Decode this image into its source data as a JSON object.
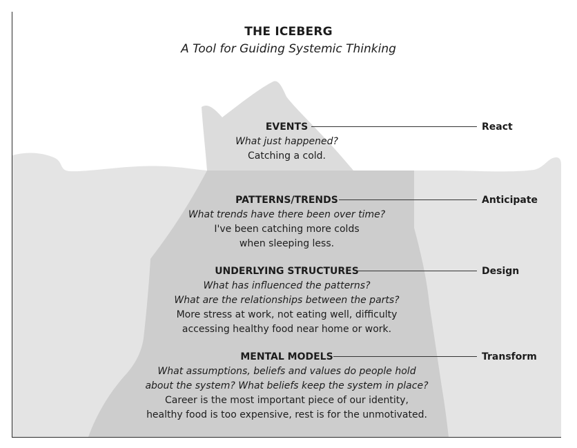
{
  "title": "THE ICEBERG",
  "subtitle": "A Tool for Guiding Systemic Thinking",
  "levels": [
    {
      "heading": "EVENTS",
      "questions": [
        "What just happened?"
      ],
      "examples": [
        "Catching a cold."
      ],
      "response": "React"
    },
    {
      "heading": "PATTERNS/TRENDS",
      "questions": [
        "What trends have there been over time?"
      ],
      "examples": [
        "I've been catching more colds",
        "when sleeping less."
      ],
      "response": "Anticipate"
    },
    {
      "heading": "UNDERLYING STRUCTURES",
      "questions": [
        "What has influenced the patterns?",
        "What are the relationships between the parts?"
      ],
      "examples": [
        "More stress at work, not eating well, difficulty",
        "accessing healthy food near home or work."
      ],
      "response": "Design"
    },
    {
      "heading": "MENTAL MODELS",
      "questions": [
        "What assumptions, beliefs and values do people hold",
        "about the system? What beliefs keep the system in place?"
      ],
      "examples": [
        "Career is the most important piece of our identity,",
        "healthy food is too expensive, rest is for the unmotivated."
      ],
      "response": "Transform"
    }
  ],
  "colors": {
    "water": "#e4e4e4",
    "iceberg_above": "#dcdcdc",
    "iceberg_below": "#cdcdcd",
    "text": "#1c1c1c"
  }
}
